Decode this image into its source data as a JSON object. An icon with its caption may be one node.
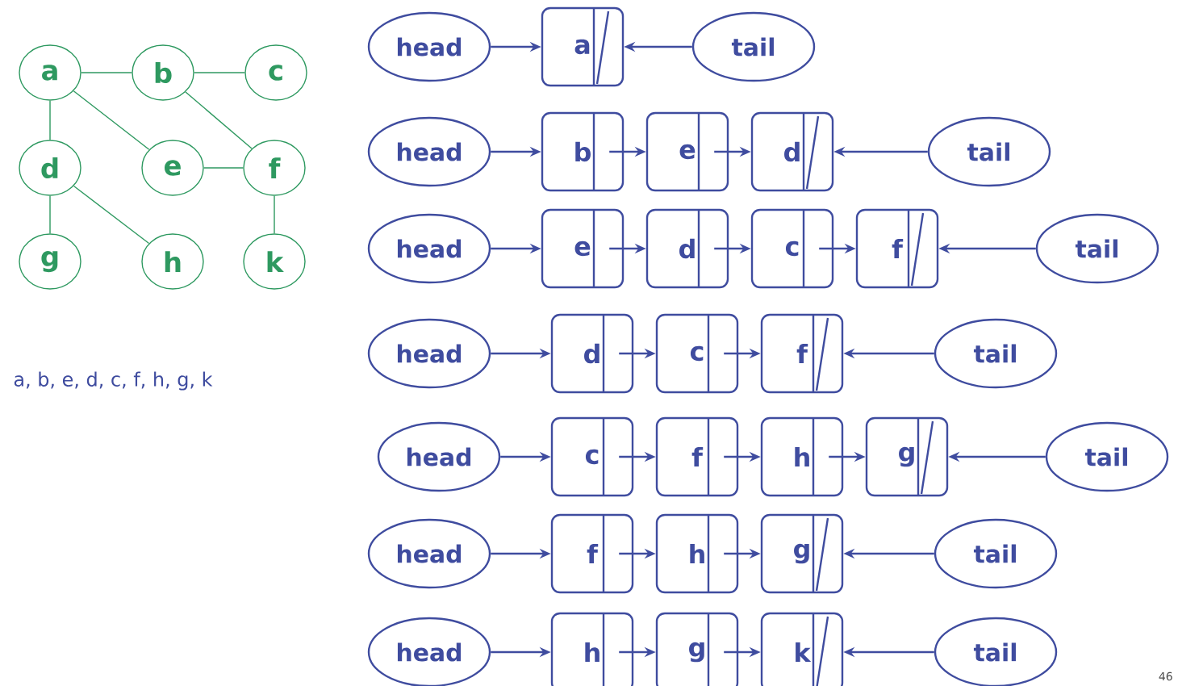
{
  "diagram": {
    "nodes": [
      {
        "text": [
          "a"
        ]
      },
      {
        "text": [
          "b"
        ]
      },
      {
        "text": [
          "c"
        ]
      },
      {
        "text": [
          "d"
        ]
      },
      {
        "text": [
          "e"
        ]
      },
      {
        "text": [
          "f"
        ]
      },
      {
        "text": [
          "g"
        ]
      },
      {
        "text": [
          "h"
        ]
      },
      {
        "text": [
          "k"
        ]
      },
      {
        "text": [
          "head"
        ]
      },
      {
        "text": [
          "a"
        ]
      },
      {
        "text": [
          "tail"
        ]
      },
      {
        "text": [
          "head"
        ]
      },
      {
        "text": [
          "b"
        ]
      },
      {
        "text": [
          "e"
        ]
      },
      {
        "text": [
          "d"
        ]
      },
      {
        "text": [
          "tail"
        ]
      },
      {
        "text": [
          "head"
        ]
      },
      {
        "text": [
          "e"
        ]
      },
      {
        "text": [
          "d"
        ]
      },
      {
        "text": [
          "c"
        ]
      },
      {
        "text": [
          "f"
        ]
      },
      {
        "text": [
          "tail"
        ]
      },
      {
        "text": [
          "head"
        ]
      },
      {
        "text": [
          "d"
        ]
      },
      {
        "text": [
          "c"
        ]
      },
      {
        "text": [
          "f"
        ]
      },
      {
        "text": [
          "tail"
        ]
      },
      {
        "text": [
          "head"
        ]
      },
      {
        "text": [
          "c"
        ]
      },
      {
        "text": [
          "f"
        ]
      },
      {
        "text": [
          "h"
        ]
      },
      {
        "text": [
          "g"
        ]
      },
      {
        "text": [
          "tail"
        ]
      },
      {
        "text": [
          "head"
        ]
      },
      {
        "text": [
          "f"
        ]
      },
      {
        "text": [
          "h"
        ]
      },
      {
        "text": [
          "g"
        ]
      },
      {
        "text": [
          "tail"
        ]
      },
      {
        "text": [
          "head"
        ]
      },
      {
        "text": [
          "h"
        ]
      },
      {
        "text": [
          "g"
        ]
      },
      {
        "text": [
          "k"
        ]
      },
      {
        "text": [
          "tail"
        ]
      }
    ],
    "edges": [
      {
        "from": 0,
        "to": 1,
        "arrow": "none"
      },
      {
        "from": 1,
        "to": 2,
        "arrow": "none"
      },
      {
        "from": 0,
        "to": 3,
        "arrow": "none"
      },
      {
        "from": 0,
        "to": 4,
        "arrow": "none"
      },
      {
        "from": 1,
        "to": 5,
        "arrow": "none"
      },
      {
        "from": 4,
        "to": 5,
        "arrow": "none"
      },
      {
        "from": 3,
        "to": 6,
        "arrow": "none"
      },
      {
        "from": 3,
        "to": 7,
        "arrow": "none"
      },
      {
        "from": 5,
        "to": 8,
        "arrow": "none"
      },
      {
        "from": 9,
        "to": 10,
        "arrow": "to"
      },
      {
        "from": 11,
        "to": 10,
        "arrow": "to"
      },
      {
        "from": 12,
        "to": 13,
        "arrow": "to"
      },
      {
        "from": 13,
        "to": 14,
        "arrow": "to"
      },
      {
        "from": 14,
        "to": 15,
        "arrow": "to"
      },
      {
        "from": 16,
        "to": 15,
        "arrow": "to"
      },
      {
        "from": 17,
        "to": 18,
        "arrow": "to"
      },
      {
        "from": 18,
        "to": 19,
        "arrow": "to"
      },
      {
        "from": 19,
        "to": 20,
        "arrow": "to"
      },
      {
        "from": 20,
        "to": 21,
        "arrow": "to"
      },
      {
        "from": 22,
        "to": 21,
        "arrow": "to"
      },
      {
        "from": 23,
        "to": 24,
        "arrow": "to"
      },
      {
        "from": 24,
        "to": 25,
        "arrow": "to"
      },
      {
        "from": 25,
        "to": 26,
        "arrow": "to"
      },
      {
        "from": 27,
        "to": 26,
        "arrow": "to"
      },
      {
        "from": 28,
        "to": 29,
        "arrow": "to"
      },
      {
        "from": 29,
        "to": 30,
        "arrow": "to"
      },
      {
        "from": 30,
        "to": 31,
        "arrow": "to"
      },
      {
        "from": 31,
        "to": 32,
        "arrow": "to"
      },
      {
        "from": 33,
        "to": 32,
        "arrow": "to"
      },
      {
        "from": 34,
        "to": 35,
        "arrow": "to"
      },
      {
        "from": 35,
        "to": 36,
        "arrow": "to"
      },
      {
        "from": 36,
        "to": 37,
        "arrow": "to"
      },
      {
        "from": 38,
        "to": 37,
        "arrow": "to"
      },
      {
        "from": 39,
        "to": 40,
        "arrow": "to"
      },
      {
        "from": 40,
        "to": 41,
        "arrow": "to"
      },
      {
        "from": 41,
        "to": 42,
        "arrow": "to"
      },
      {
        "from": 43,
        "to": 42,
        "arrow": "to"
      }
    ],
    "labels": [
      "a, b, e, d, c, f, h, g, k",
      "46"
    ]
  }
}
